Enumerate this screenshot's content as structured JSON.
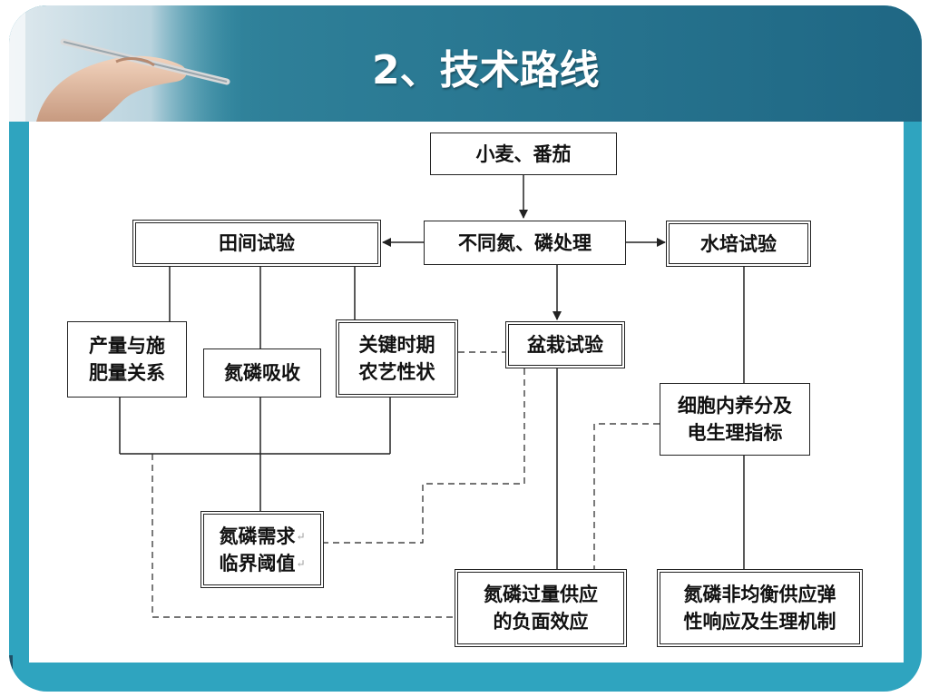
{
  "slide": {
    "title": "2、技术路线"
  },
  "diagram": {
    "nodes": {
      "crops": "小麦、番茄",
      "treatment": "不同氮、磷处理",
      "field_trial": "田间试验",
      "hydroponic_trial": "水培试验",
      "yield_relation": "产量与施\n肥量关系",
      "np_uptake": "氮磷吸收",
      "key_period": "关键时期\n农艺性状",
      "pot_trial": "盆栽试验",
      "cell_nutrient": "细胞内养分及\n电生理指标",
      "np_demand_line1": "氮磷需求",
      "np_demand_line2": "临界阈值",
      "np_excess": "氮磷过量供应\n的负面效应",
      "np_imbalance": "氮磷非均衡供应弹\n性响应及生理机制"
    },
    "colors": {
      "header_start": "#3a93a9",
      "header_end": "#1f6784",
      "frame": "#2fa4bf",
      "line": "#222222"
    }
  }
}
